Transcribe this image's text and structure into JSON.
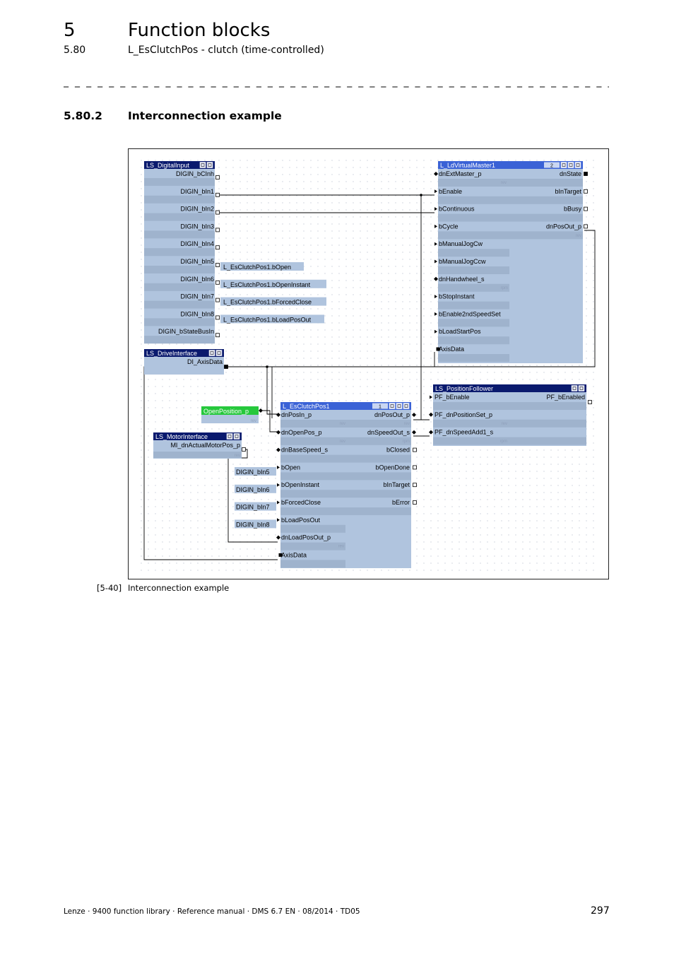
{
  "header": {
    "chapter_number": "5",
    "chapter_title": "Function blocks",
    "section_number": "5.80",
    "section_title": "L_EsClutchPos - clutch (time-controlled)",
    "separator": "_ _ _ _ _ _ _ _ _ _ _ _ _ _ _ _ _ _ _ _ _ _ _ _ _ _ _ _ _ _ _ _ _ _ _ _ _ _ _ _ _ _ _ _ _ _ _ _ _ _ _ _ _ _ _ _ _ _ _ _ _ _ _ _"
  },
  "subsection": {
    "number": "5.80.2",
    "title": "Interconnection example"
  },
  "diagram": {
    "colors": {
      "block_body": "#b0c4de",
      "block_title": "#0a1a6e",
      "active_title": "#3a62d6",
      "constant": "#26c83c",
      "wire": "#000000",
      "grid_dot": "#c9ced9"
    },
    "blocks": {
      "digital_input": {
        "title": "LS_DigitalInput",
        "outputs": [
          "DIGIN_bCInh",
          "DIGIN_bIn1",
          "DIGIN_bIn2",
          "DIGIN_bIn3",
          "DIGIN_bIn4",
          "DIGIN_bIn5",
          "DIGIN_bIn6",
          "DIGIN_bIn7",
          "DIGIN_bIn8",
          "DIGIN_bStateBusIn"
        ]
      },
      "drive_interface": {
        "title": "LS_DriveInterface",
        "outputs": [
          "DI_AxisData"
        ]
      },
      "motor_interface": {
        "title": "LS_MotorInterface",
        "outputs": [
          "MI_dnActualMotorPos_p"
        ]
      },
      "virtual_master": {
        "title": "L_LdVirtualMaster1",
        "badge": "2",
        "inputs": [
          "dnExtMaster_p",
          "bEnable",
          "bContinuous",
          "bCycle",
          "bManualJogCw",
          "bManualJogCcw",
          "dnHandwheel_s",
          "bStopInstant",
          "bEnable2ndSpeedSet",
          "bLoadStartPos",
          "AxisData"
        ],
        "outputs": [
          "dnState",
          "bInTarget",
          "bBusy",
          "dnPosOut_p"
        ]
      },
      "position_follower": {
        "title": "LS_PositionFollower",
        "inputs": [
          "PF_bEnable",
          "PF_dnPositionSet_p",
          "PF_dnSpeedAdd1_s"
        ],
        "outputs": [
          "PF_bEnabled"
        ]
      },
      "clutch": {
        "title": "L_EsClutchPos1",
        "badge": "1",
        "inputs": [
          "dnPosIn_p",
          "dnOpenPos_p",
          "dnBaseSpeed_s",
          "bOpen",
          "bOpenInstant",
          "bForcedClose",
          "bLoadPosOut",
          "dnLoadPosOut_p",
          "AxisData"
        ],
        "outputs": [
          "dnPosOut_p",
          "dnSpeedOut_s",
          "bClosed",
          "bOpenDone",
          "bInTarget",
          "bError"
        ]
      }
    },
    "unit_labels": {
      "position": "rev",
      "speed": "rpm"
    },
    "constant": {
      "label": "OpenPosition_p",
      "unit": "rev"
    },
    "signal_labels_out": [
      "L_EsClutchPos1.bOpen",
      "L_EsClutchPos1.bOpenInstant",
      "L_EsClutchPos1.bForcedClose",
      "L_EsClutchPos1.bLoadPosOut"
    ],
    "signal_labels_in": [
      "DIGIN_bIn5",
      "DIGIN_bIn6",
      "DIGIN_bIn7",
      "DIGIN_bIn8"
    ]
  },
  "caption": {
    "number": "[5-40]",
    "text": "Interconnection example"
  },
  "footer": {
    "text": "Lenze · 9400 function library · Reference manual · DMS 6.7 EN · 08/2014 · TD05",
    "page_number": "297"
  }
}
